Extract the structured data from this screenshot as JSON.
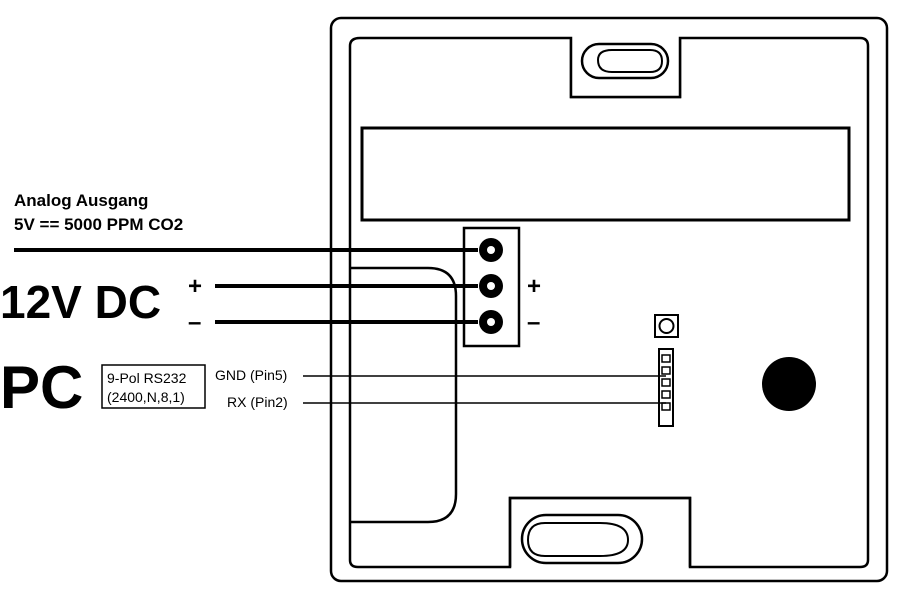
{
  "labels": {
    "analog_line1": "Analog Ausgang",
    "analog_line2": "5V == 5000 PPM CO2",
    "power": "12V DC",
    "pc": "PC",
    "rs232_line1": "9-Pol RS232",
    "rs232_line2": "(2400,N,8,1)",
    "gnd": "GND (Pin5)",
    "rx": "RX (Pin2)",
    "plus_left": "+",
    "minus_left": "–",
    "plus_right": "+",
    "minus_right": "–"
  },
  "colors": {
    "ink": "#000000",
    "paper": "#ffffff"
  }
}
